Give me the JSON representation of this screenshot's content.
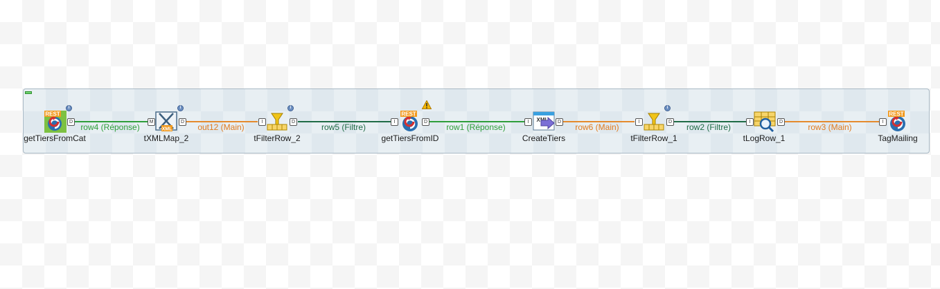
{
  "components": [
    {
      "id": "c1",
      "label": "getTiersFromCat",
      "icon": "rest-green-icon"
    },
    {
      "id": "c2",
      "label": "tXMLMap_2",
      "icon": "xml-map-icon"
    },
    {
      "id": "c3",
      "label": "tFilterRow_2",
      "icon": "filter-icon"
    },
    {
      "id": "c4",
      "label": "getTiersFromID",
      "icon": "rest-icon"
    },
    {
      "id": "c5",
      "label": "CreateTiers",
      "icon": "xml-output-icon"
    },
    {
      "id": "c6",
      "label": "tFilterRow_1",
      "icon": "filter-icon"
    },
    {
      "id": "c7",
      "label": "tLogRow_1",
      "icon": "log-row-icon"
    },
    {
      "id": "c8",
      "label": "TagMailing",
      "icon": "rest-icon"
    }
  ],
  "connections": [
    {
      "label": "row4 (Réponse)",
      "color": "#2e9e3a"
    },
    {
      "label": "out12 (Main)",
      "color": "#e58a2c"
    },
    {
      "label": "row5 (Filtre)",
      "color": "#1f6b46"
    },
    {
      "label": "row1 (Réponse)",
      "color": "#2e9e3a"
    },
    {
      "label": "row6 (Main)",
      "color": "#e58a2c"
    },
    {
      "label": "row2 (Filtre)",
      "color": "#1f6b46"
    },
    {
      "label": "row3 (Main)",
      "color": "#e58a2c"
    }
  ],
  "badges": {
    "rest": "REST",
    "xml": "XML",
    "info": "i",
    "port_out": "D",
    "port_in": "I",
    "port_map": "M"
  }
}
